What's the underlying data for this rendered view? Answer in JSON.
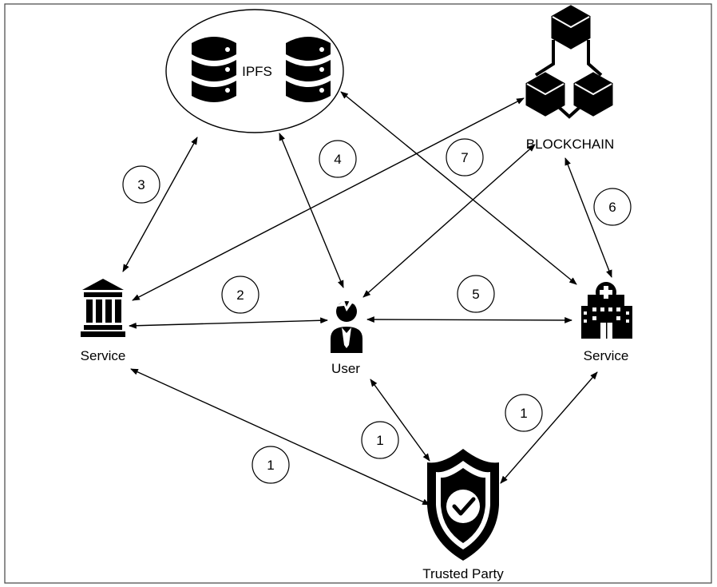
{
  "nodes": {
    "ipfs": "IPFS",
    "blockchain": "BLOCKCHAIN",
    "service_left": "Service",
    "user": "User",
    "service_right": "Service",
    "trusted_party": "Trusted Party"
  },
  "steps": {
    "ipfs_service_left": "3",
    "ipfs_user": "4",
    "blockchain_user": "7",
    "blockchain_service_right": "6",
    "service_left_user": "2",
    "user_service_right": "5",
    "service_right_trusted": "1",
    "user_trusted": "1",
    "service_left_trusted": "1"
  },
  "icons": {
    "ipfs_storage": "database-icon",
    "blockchain": "blockchain-cubes-icon",
    "service_left": "bank-icon",
    "user": "user-icon",
    "service_right": "hospital-icon",
    "trusted_party": "shield-check-icon"
  },
  "colors": {
    "line": "#000000",
    "icon": "#000000",
    "background": "#ffffff"
  }
}
